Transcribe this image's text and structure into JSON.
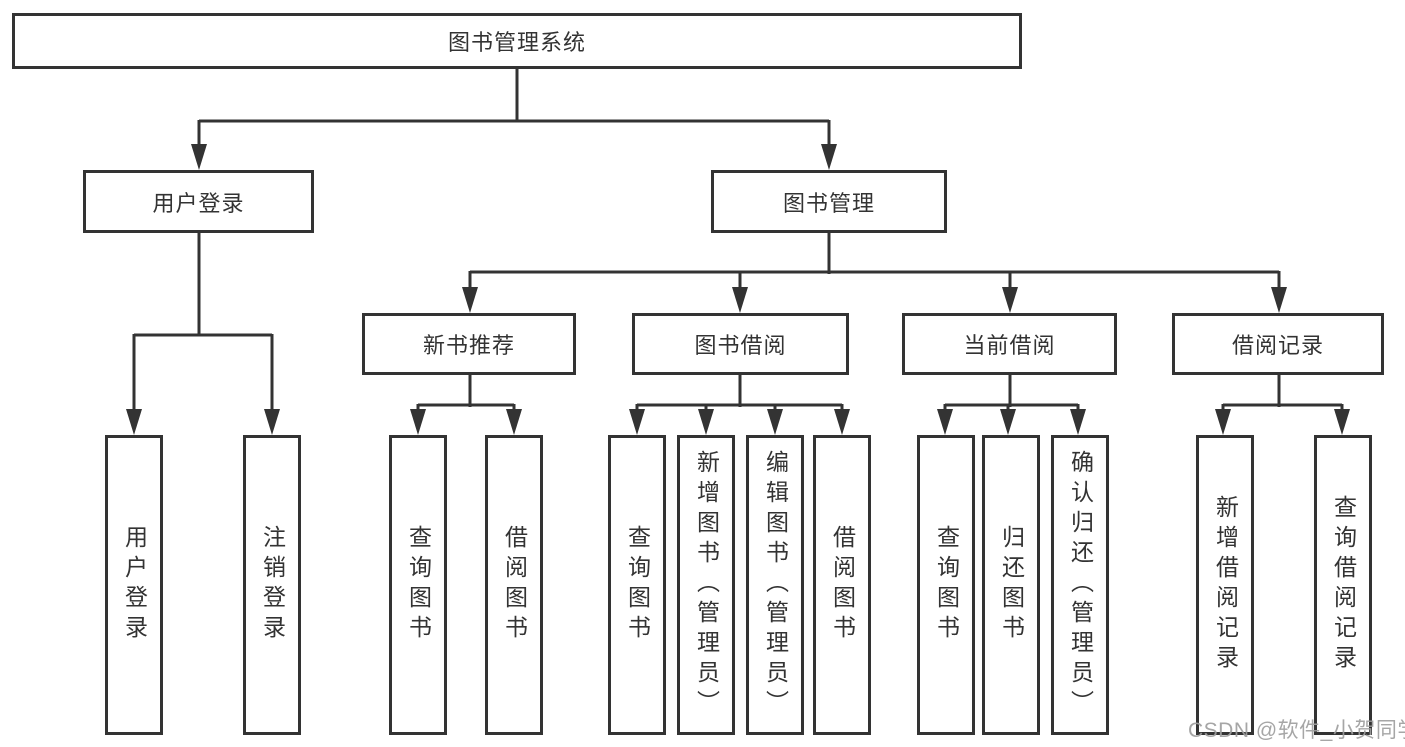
{
  "root": {
    "label": "图书管理系统"
  },
  "user_login": {
    "label": "用户登录",
    "children": [
      {
        "label": "用户登录"
      },
      {
        "label": "注销登录"
      }
    ]
  },
  "book_management": {
    "label": "图书管理",
    "sections": [
      {
        "label": "新书推荐",
        "children": [
          {
            "label": "查询图书"
          },
          {
            "label": "借阅图书"
          }
        ]
      },
      {
        "label": "图书借阅",
        "children": [
          {
            "label": "查询图书"
          },
          {
            "label": "新增图书（管理员）"
          },
          {
            "label": "编辑图书（管理员）"
          },
          {
            "label": "借阅图书"
          }
        ]
      },
      {
        "label": "当前借阅",
        "children": [
          {
            "label": "查询图书"
          },
          {
            "label": "归还图书"
          },
          {
            "label": "确认归还（管理员）"
          }
        ]
      },
      {
        "label": "借阅记录",
        "children": [
          {
            "label": "新增借阅记录"
          },
          {
            "label": "查询借阅记录"
          }
        ]
      }
    ]
  },
  "watermark": "CSDN @软件_小贺同学",
  "colors": {
    "line": "#333333",
    "box_border": "#333333",
    "text": "#333333",
    "watermark": "#9e9e9e",
    "background": "#ffffff"
  }
}
